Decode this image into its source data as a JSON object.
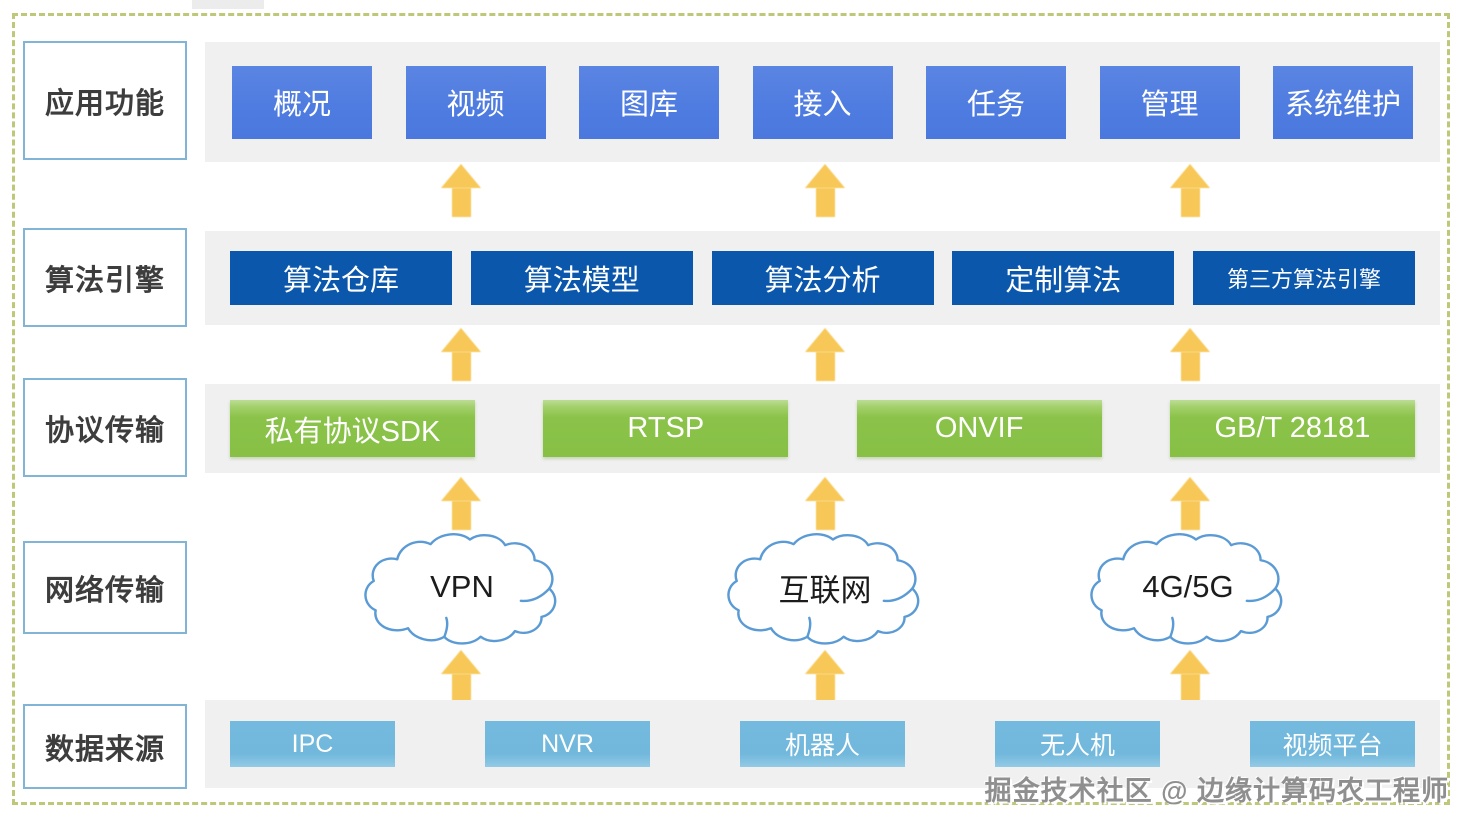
{
  "diagram": {
    "layers": [
      {
        "name": "应用功能",
        "items": [
          "概况",
          "视频",
          "图库",
          "接入",
          "任务",
          "管理",
          "系统维护"
        ]
      },
      {
        "name": "算法引擎",
        "items": [
          "算法仓库",
          "算法模型",
          "算法分析",
          "定制算法",
          "第三方算法引擎"
        ]
      },
      {
        "name": "协议传输",
        "items": [
          "私有协议SDK",
          "RTSP",
          "ONVIF",
          "GB/T 28181"
        ]
      },
      {
        "name": "网络传输",
        "items": [
          "VPN",
          "互联网",
          "4G/5G"
        ]
      },
      {
        "name": "数据来源",
        "items": [
          "IPC",
          "NVR",
          "机器人",
          "无人机",
          "视频平台"
        ]
      }
    ],
    "colors": {
      "app_block": "#4f7ce0",
      "algo_block": "#0b57ac",
      "protocol_block": "#8bc34a",
      "source_block": "#72b8dc",
      "arrow": "#f7c857",
      "panel_background": "#f0f0f1",
      "label_border": "#82b4d6",
      "frame_border": "#bec878",
      "cloud_stroke": "#5b9bd5"
    },
    "icons": {
      "arrow": "up-arrow-icon",
      "cloud": "cloud-icon"
    },
    "watermark": "掘金技术社区 @ 边缘计算码农工程师"
  }
}
